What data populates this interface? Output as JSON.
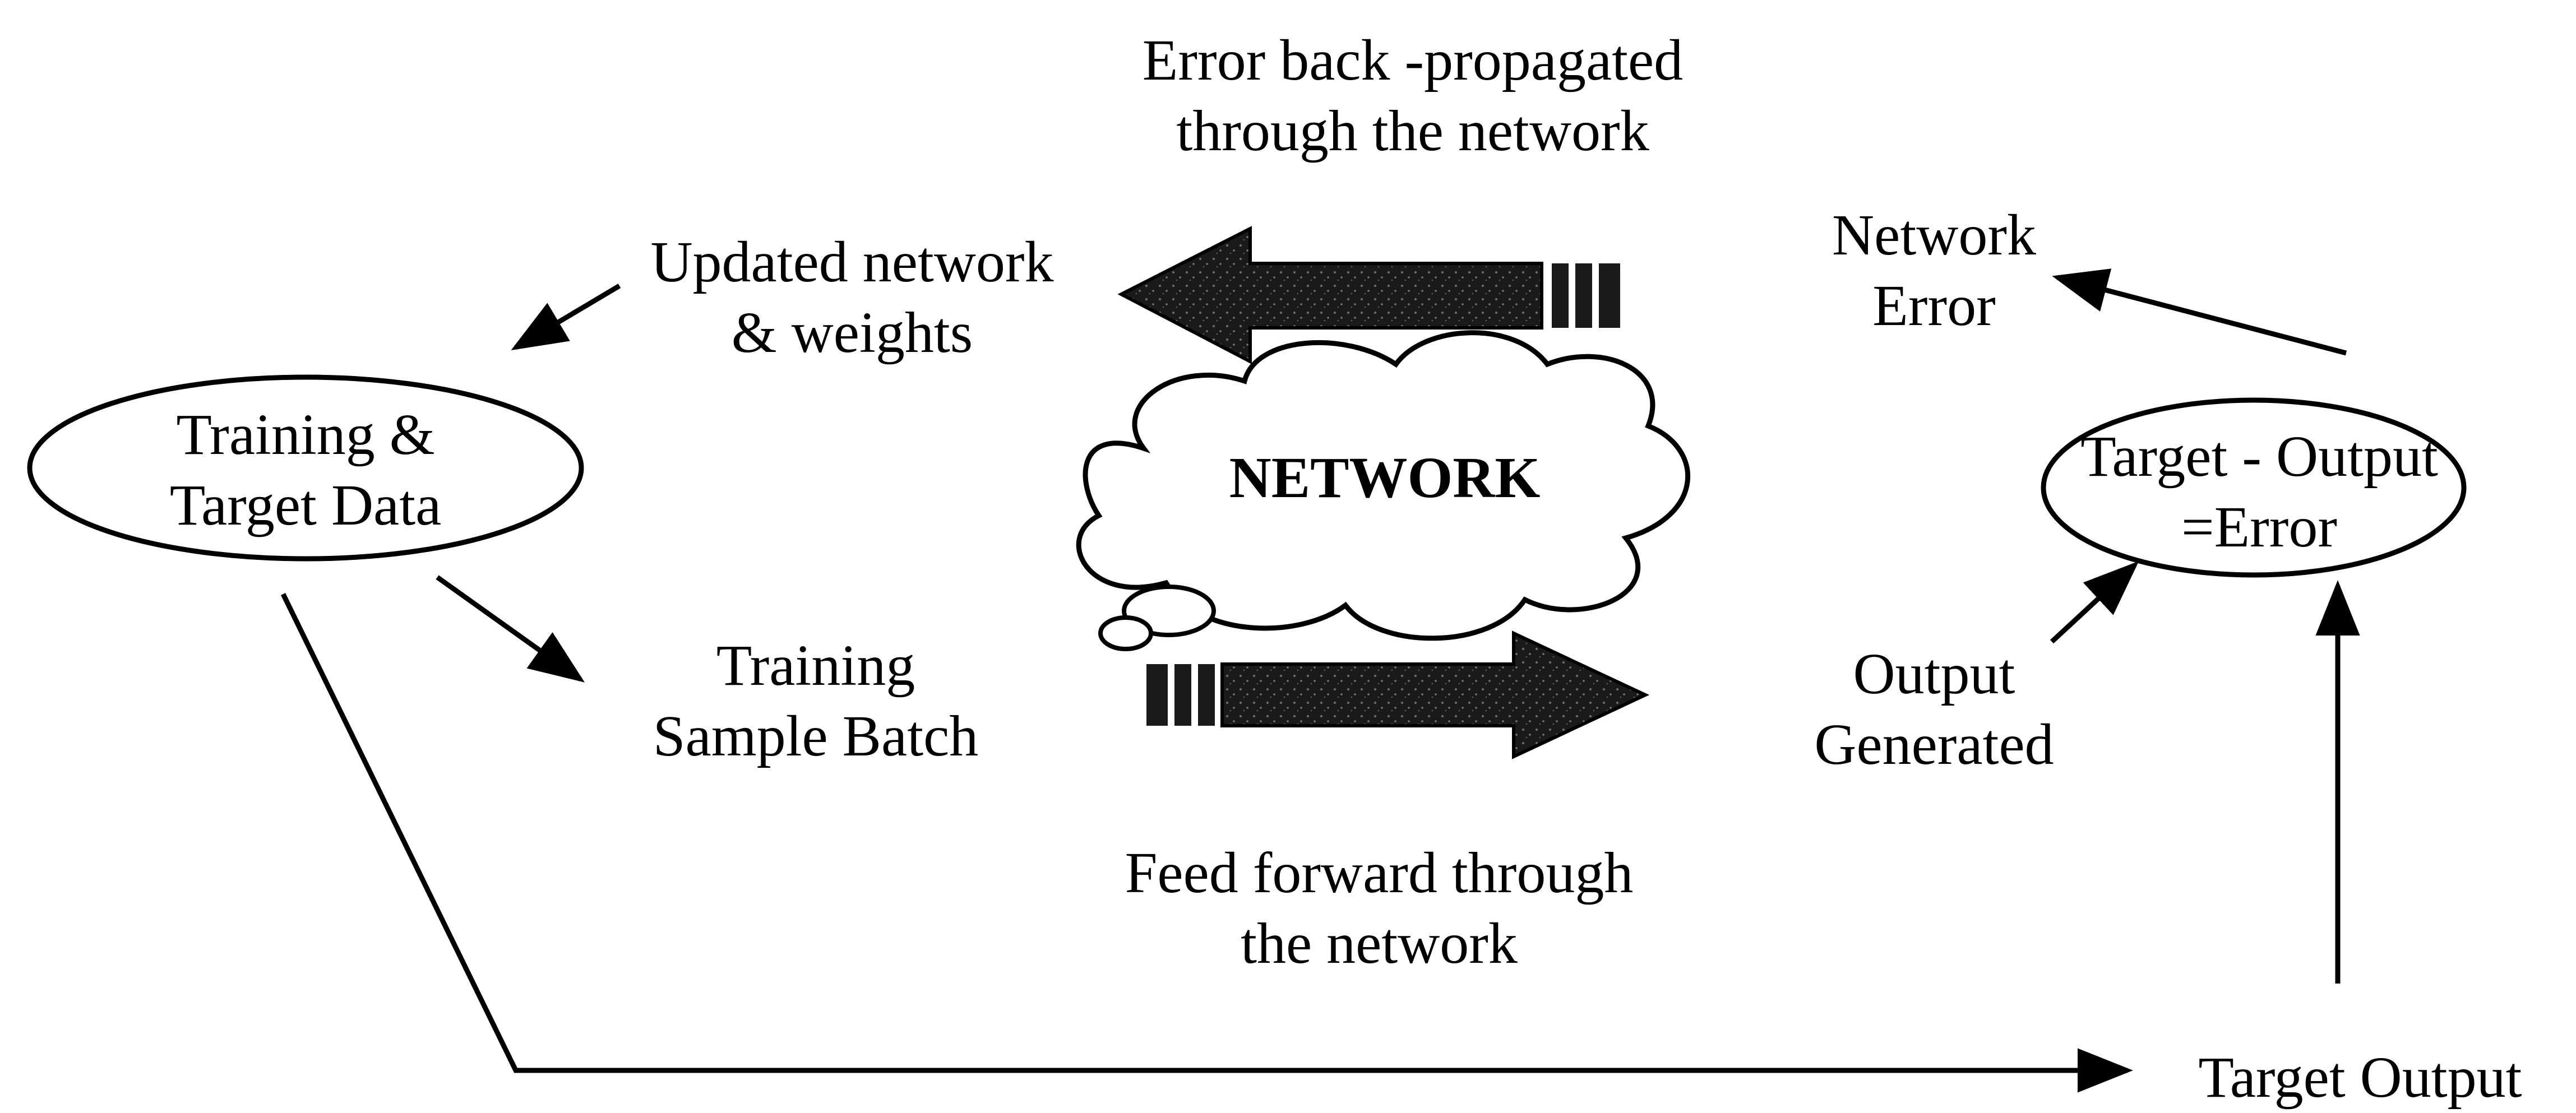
{
  "diagram": {
    "error_backprop": {
      "line1": "Error back -propagated",
      "line2": "through the network"
    },
    "updated_network": {
      "line1": "Updated network",
      "line2": "& weights"
    },
    "network_error": {
      "line1": "Network",
      "line2": "Error"
    },
    "training_target_data": {
      "line1": "Training &",
      "line2": "Target Data"
    },
    "network_cloud": {
      "label": "NETWORK"
    },
    "target_minus_output": {
      "line1": "Target - Output",
      "line2": "=Error"
    },
    "training_sample_batch": {
      "line1": "Training",
      "line2": "Sample Batch"
    },
    "output_generated": {
      "line1": "Output",
      "line2": "Generated"
    },
    "feed_forward": {
      "line1": "Feed forward through",
      "line2": "the network"
    },
    "target_output": {
      "label": "Target Output"
    }
  },
  "colors": {
    "ink": "#000000",
    "background": "#ffffff",
    "arrow_fill": "#1a1a1a"
  }
}
